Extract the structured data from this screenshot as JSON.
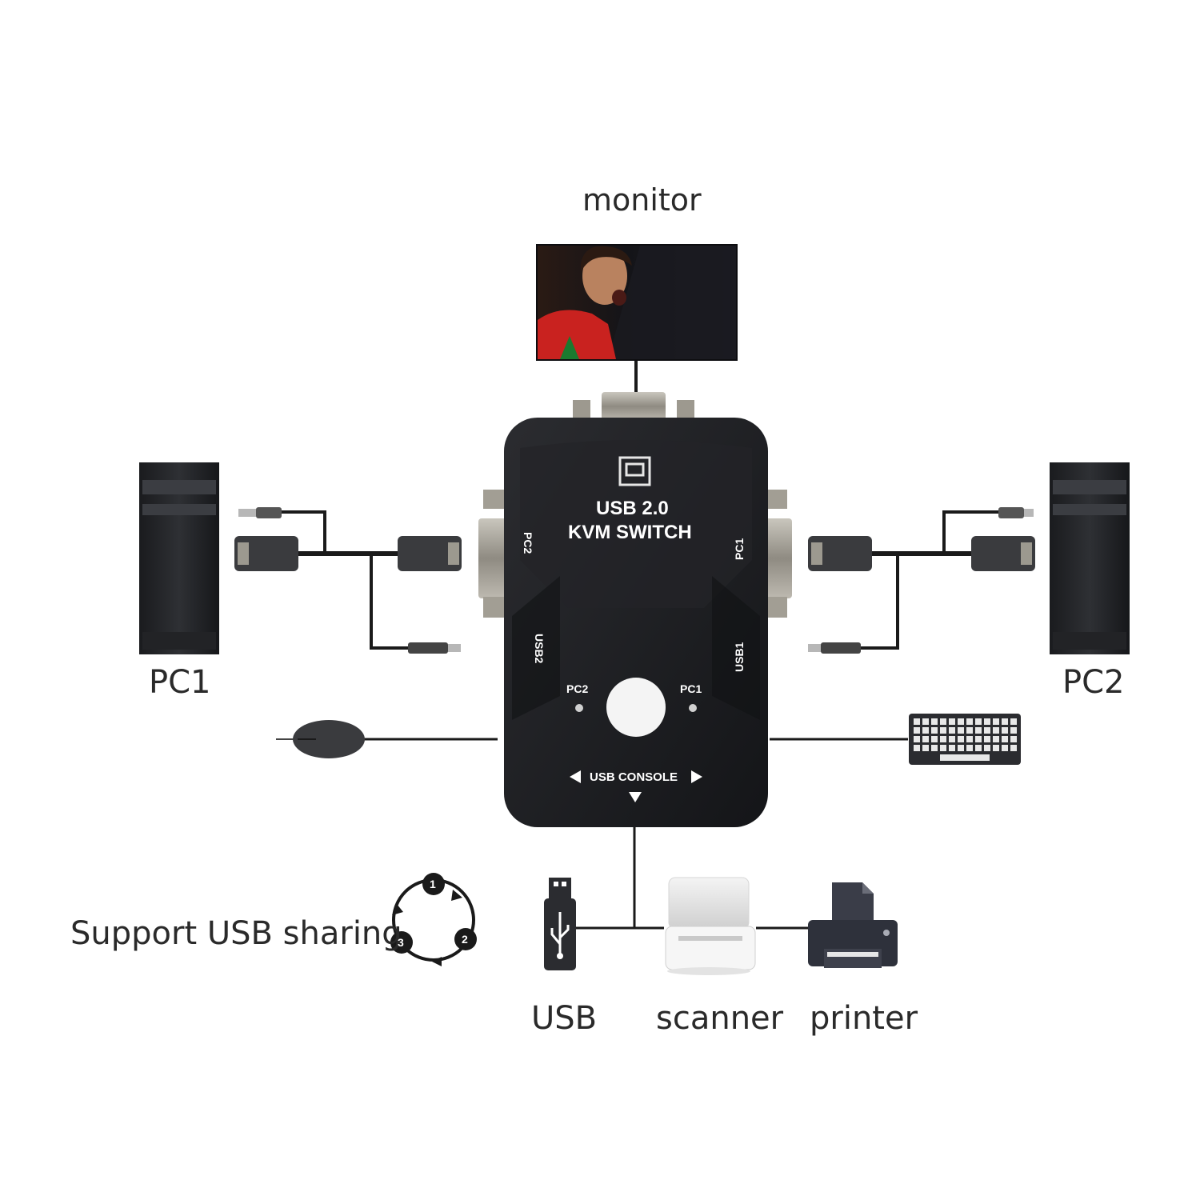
{
  "labels": {
    "monitor": "monitor",
    "pc1": "PC1",
    "pc2": "PC2",
    "support": "Support USB sharing",
    "usb": "USB",
    "scanner": "scanner",
    "printer": "printer"
  },
  "switch": {
    "line1": "USB 2.0",
    "line2": "KVM SWITCH",
    "port_pc2": "PC2",
    "port_pc1": "PC1",
    "port_usb2": "USB2",
    "port_usb1": "USB1",
    "led_pc2": "PC2",
    "led_pc1": "PC1",
    "console": "USB CONSOLE"
  },
  "sharing_cycle": [
    "1",
    "2",
    "3"
  ],
  "colors": {
    "switch_body": "#1c1d20",
    "cable": "#1a1a1a",
    "text": "#2a2a2a"
  }
}
